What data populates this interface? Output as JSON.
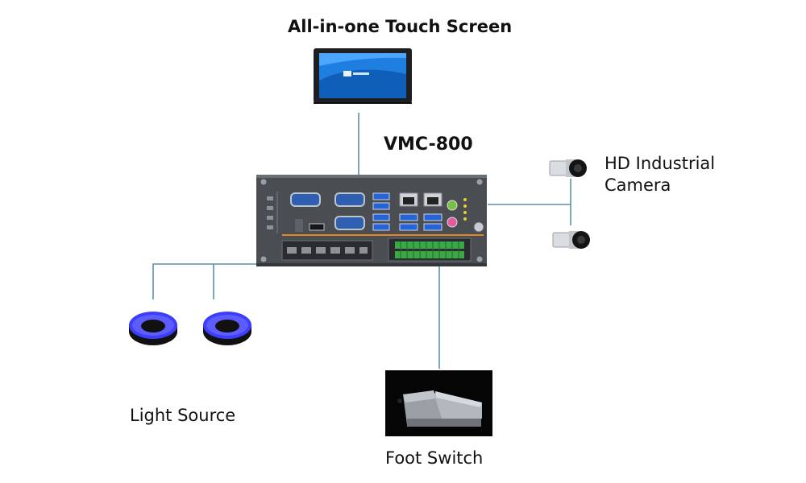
{
  "diagram": {
    "model_name": "VMC-800",
    "components": {
      "touch_screen": {
        "label": "All-in-one Touch Screen"
      },
      "camera": {
        "label_line1": "HD Industrial",
        "label_line2": "Camera"
      },
      "light_source": {
        "label": "Light Source"
      },
      "foot_switch": {
        "label": "Foot Switch"
      }
    }
  },
  "colors": {
    "connector_line": "#5f8fa6",
    "chassis": "#4a4d52",
    "chassis_dark": "#2a2c30",
    "ring_light": "#3d3dff",
    "terminal_green": "#3aa844",
    "accent_orange": "#e08a1e"
  }
}
